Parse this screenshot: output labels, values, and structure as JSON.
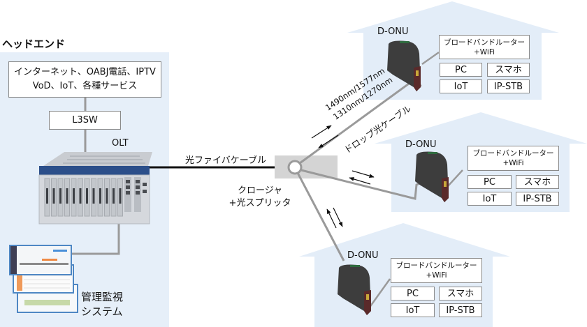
{
  "colors": {
    "panel_bg": "#e6eff9",
    "house_bg": "#e3edf8",
    "cable_gray": "#9a9a9a",
    "trunk_black": "#111111",
    "closure_gray": "#d4d4d4",
    "onu_body": "#3b3b3b",
    "onu_accent": "#5a2a2a"
  },
  "headend": {
    "title": "ヘッドエンド",
    "services_line1": "インターネット、OABJ電話、IPTV",
    "services_line2": "VoD、IoT、各種サービス",
    "l3sw": "L3SW",
    "olt": "OLT",
    "monitoring": "管理監視\nシステム"
  },
  "trunk": {
    "label": "光ファイバケーブル"
  },
  "closure": {
    "label": "クロージャ\n+光スプリッタ"
  },
  "drop": {
    "wavelength_down": "1490nm/1577nm",
    "wavelength_up": "1310nm/1270nm",
    "label": "ドロップ光ケーブル"
  },
  "houses": [
    {
      "onu_label": "D-ONU",
      "router": "ブロードバンドルーター\n+WiFi",
      "devices": [
        "PC",
        "スマホ",
        "IoT",
        "IP-STB"
      ]
    },
    {
      "onu_label": "D-ONU",
      "router": "ブロードバンドルーター\n+WiFi",
      "devices": [
        "PC",
        "スマホ",
        "IoT",
        "IP-STB"
      ]
    },
    {
      "onu_label": "D-ONU",
      "router": "ブロードバンドルーター\n+WiFi",
      "devices": [
        "PC",
        "スマホ",
        "IoT",
        "IP-STB"
      ]
    }
  ]
}
